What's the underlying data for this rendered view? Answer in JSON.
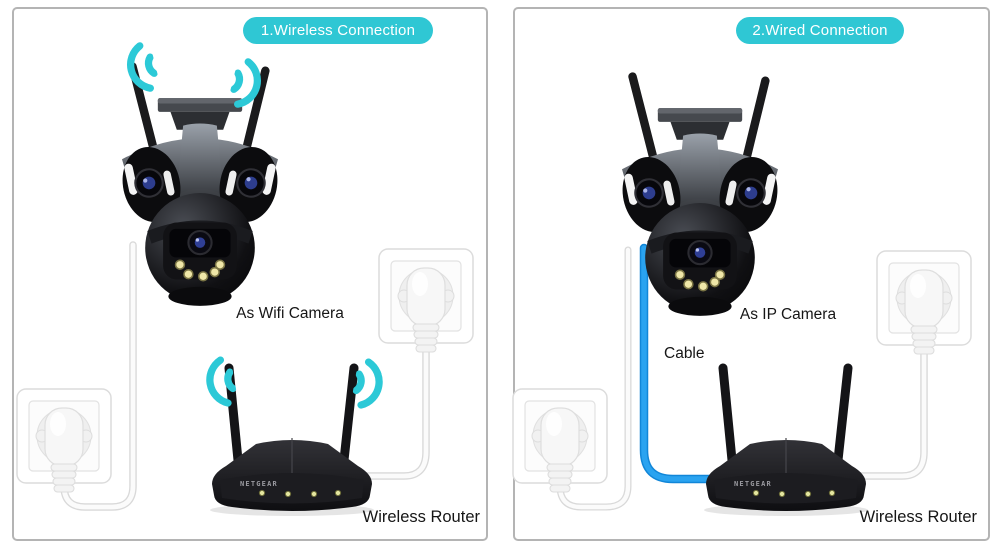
{
  "panels": [
    {
      "id": "wireless",
      "badge": "1.Wireless Connection",
      "camera_label": "As Wifi Camera",
      "router_label": "Wireless Router"
    },
    {
      "id": "wired",
      "badge": "2.Wired Connection",
      "camera_label": "As IP Camera",
      "cable_label": "Cable",
      "router_label": "Wireless Router"
    }
  ],
  "router_brand": "NETGEAR",
  "icons": {
    "wifi_signal_icon": "two concentric teal arc waves radiating from antenna"
  },
  "colors": {
    "badge_background": "#2fc7d4",
    "badge_text": "#ffffff",
    "wifi_signal": "#2cc9d7",
    "ethernet_cable_blue": "#1e9de9",
    "power_cable_white": "#fbfbfb",
    "power_cable_edge": "#d9d9d9",
    "panel_border": "#b4b4b4",
    "label_text": "#161616",
    "device_body": "#17171a",
    "router_led": "#e4e6a0"
  }
}
